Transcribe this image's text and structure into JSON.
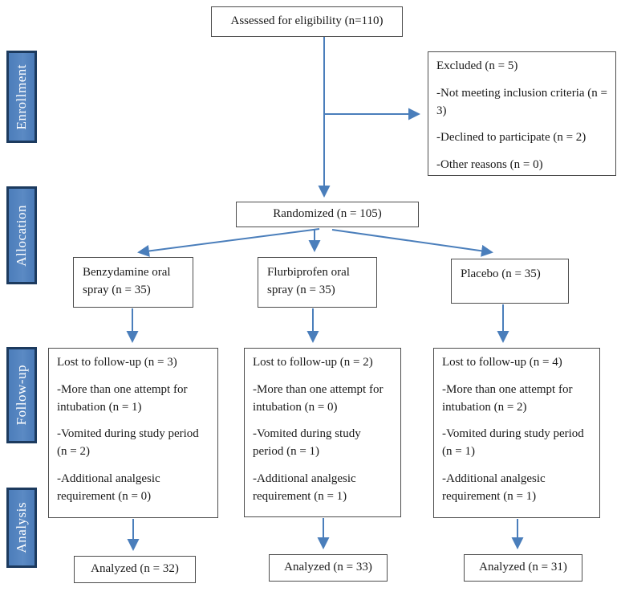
{
  "figure": {
    "type": "consort-flow-diagram",
    "stages": {
      "enrollment": "Enrollment",
      "allocation": "Allocation",
      "followup": "Follow-up",
      "analysis": "Analysis"
    },
    "assessed": {
      "text": "Assessed for eligibility (n=110)"
    },
    "excluded": {
      "title": "Excluded (n = 5)",
      "items": [
        "-Not meeting inclusion criteria (n = 3)",
        "-Declined to participate (n = 2)",
        "-Other reasons (n = 0)"
      ]
    },
    "randomized": {
      "text": "Randomized (n = 105)"
    },
    "arms": [
      {
        "allocation": "Benzydamine oral spray (n = 35)",
        "followup": {
          "title": "Lost to follow-up (n = 3)",
          "items": [
            "-More than one attempt for intubation (n = 1)",
            "-Vomited during study period (n = 2)",
            "-Additional analgesic requirement (n = 0)"
          ]
        },
        "analyzed": "Analyzed (n = 32)"
      },
      {
        "allocation": "Flurbiprofen oral spray (n = 35)",
        "followup": {
          "title": "Lost to follow-up (n = 2)",
          "items": [
            "-More than one attempt for intubation (n = 0)",
            "-Vomited during study period (n = 1)",
            "-Additional analgesic requirement (n = 1)"
          ]
        },
        "analyzed": "Analyzed (n = 33)"
      },
      {
        "allocation": "Placebo (n = 35)",
        "followup": {
          "title": "Lost to follow-up (n = 4)",
          "items": [
            "-More than one attempt for intubation (n = 2)",
            "-Vomited during study period (n = 1)",
            "-Additional analgesic requirement (n = 1)"
          ]
        },
        "analyzed": "Analyzed (n = 31)"
      }
    ],
    "colors": {
      "arrow_blue": "#4a7ebb",
      "stage_fill": "#4f81bd",
      "stage_border": "#1c3a5e",
      "box_border": "#4d4d4d",
      "text": "#1a1a1a",
      "background": "#ffffff"
    }
  }
}
